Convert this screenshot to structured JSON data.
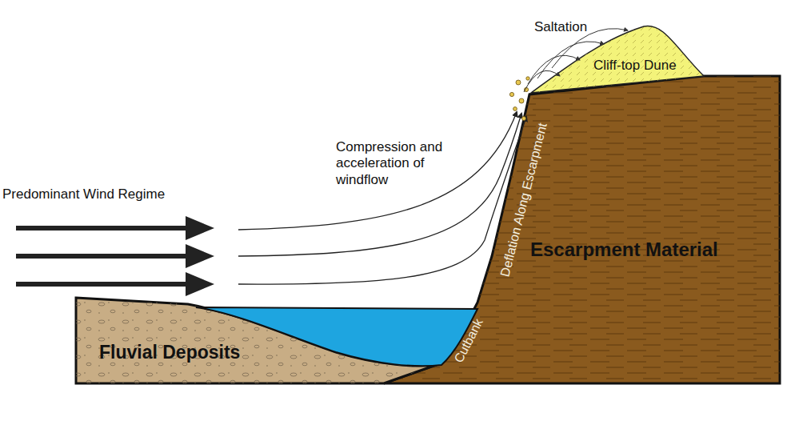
{
  "diagram": {
    "labels": [
      "Saltation",
      "Cliff-top Dune",
      "Compression and acceleration of windflow",
      "Predominant Wind Regime",
      "Deflation Along Escarpment",
      "Escarpment Material",
      "Cutbank",
      "Fluvial Deposits"
    ]
  }
}
